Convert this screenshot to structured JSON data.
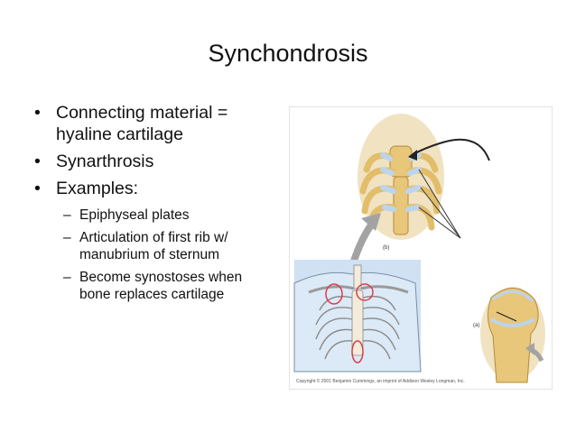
{
  "slide": {
    "title": "Synchondrosis",
    "bullets": [
      {
        "text": "Connecting material = hyaline cartilage"
      },
      {
        "text": "Synarthrosis"
      },
      {
        "text": "Examples:"
      }
    ],
    "sub_bullets": [
      {
        "text": "Epiphyseal plates"
      },
      {
        "text": "Articulation of first rib w/ manubrium of sternum"
      },
      {
        "text": "Become synostoses when bone replaces cartilage"
      }
    ]
  },
  "figure": {
    "label_b": "(b)",
    "label_a": "(a)",
    "copyright": "Copyright © 2001 Benjamin Cummings, an imprint of Addison Wesley Longman, Inc."
  },
  "colors": {
    "bone": "#e8c77a",
    "cartilage": "#bcd4ec",
    "highlight": "#d9404a",
    "body_bg": "#cfe1f3"
  }
}
